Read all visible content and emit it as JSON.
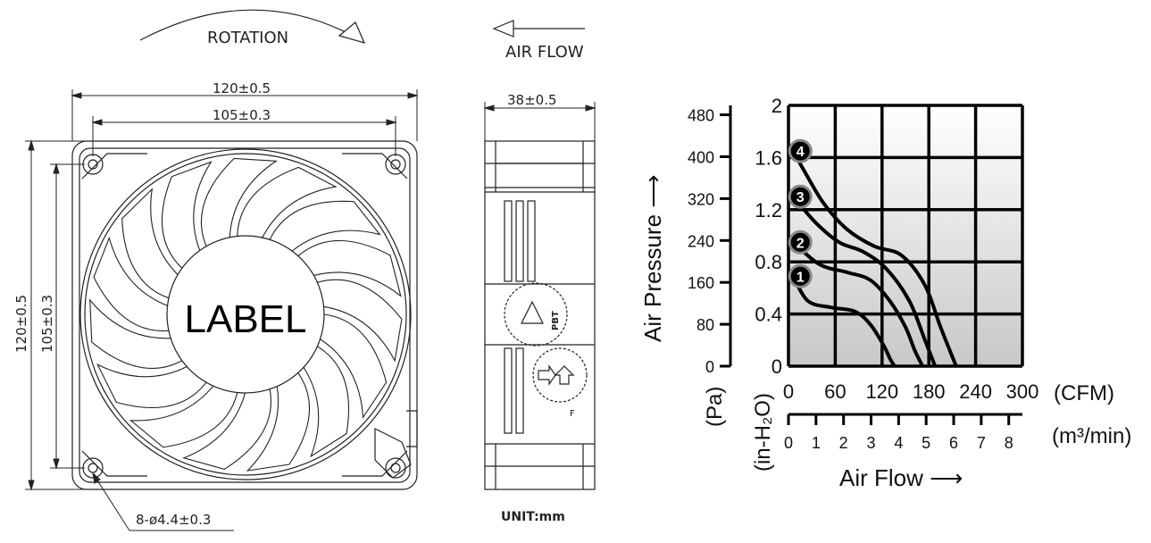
{
  "fan_drawing": {
    "rotation_label": "ROTATION",
    "airflow_label": "AIR FLOW",
    "dim_width_outer": "120±0.5",
    "dim_width_inner": "105±0.3",
    "dim_height_outer": "120±0.5",
    "dim_height_inner": "105±0.3",
    "dim_depth": "38±0.5",
    "hole_spec": "8-ø4.4±0.3",
    "center_label": "LABEL",
    "unit_note": "UNIT:mm",
    "material_mark": "PBT",
    "side_mark": "F"
  },
  "chart_data": {
    "type": "line",
    "title": "",
    "ylabel": "Air Pressure",
    "xlabel": "Air Flow",
    "arrow": "⟶",
    "x_unit_primary": "(CFM)",
    "x_unit_secondary": "(m³/min)",
    "y_unit_primary": "(Pa)",
    "y_unit_secondary": "(in-H₂O)",
    "x_ticks_cfm": [
      "0",
      "60",
      "120",
      "180",
      "240",
      "300"
    ],
    "x_ticks_m3": [
      "0",
      "1",
      "2",
      "3",
      "4",
      "5",
      "6",
      "7",
      "8"
    ],
    "y_ticks_inh2o": [
      "0",
      "0.4",
      "0.8",
      "1.2",
      "1.6",
      "2"
    ],
    "y_ticks_pa": [
      "0",
      "80",
      "160",
      "240",
      "320",
      "400",
      "480"
    ],
    "xlim": [
      0,
      300
    ],
    "ylim": [
      0,
      2
    ],
    "series": [
      {
        "name": "1",
        "x": [
          6,
          25,
          55,
          85,
          105,
          122,
          130,
          136
        ],
        "y": [
          0.69,
          0.5,
          0.45,
          0.42,
          0.32,
          0.16,
          0.06,
          0
        ]
      },
      {
        "name": "2",
        "x": [
          6,
          40,
          75,
          105,
          130,
          150,
          162,
          172
        ],
        "y": [
          0.95,
          0.78,
          0.72,
          0.66,
          0.5,
          0.3,
          0.12,
          0
        ]
      },
      {
        "name": "3",
        "x": [
          6,
          35,
          65,
          95,
          125,
          155,
          175,
          188
        ],
        "y": [
          1.3,
          1.1,
          0.95,
          0.88,
          0.75,
          0.5,
          0.2,
          0
        ]
      },
      {
        "name": "4",
        "x": [
          6,
          20,
          45,
          75,
          110,
          145,
          175,
          195,
          215
        ],
        "y": [
          1.65,
          1.5,
          1.25,
          1.05,
          0.92,
          0.85,
          0.62,
          0.3,
          0
        ]
      }
    ]
  }
}
